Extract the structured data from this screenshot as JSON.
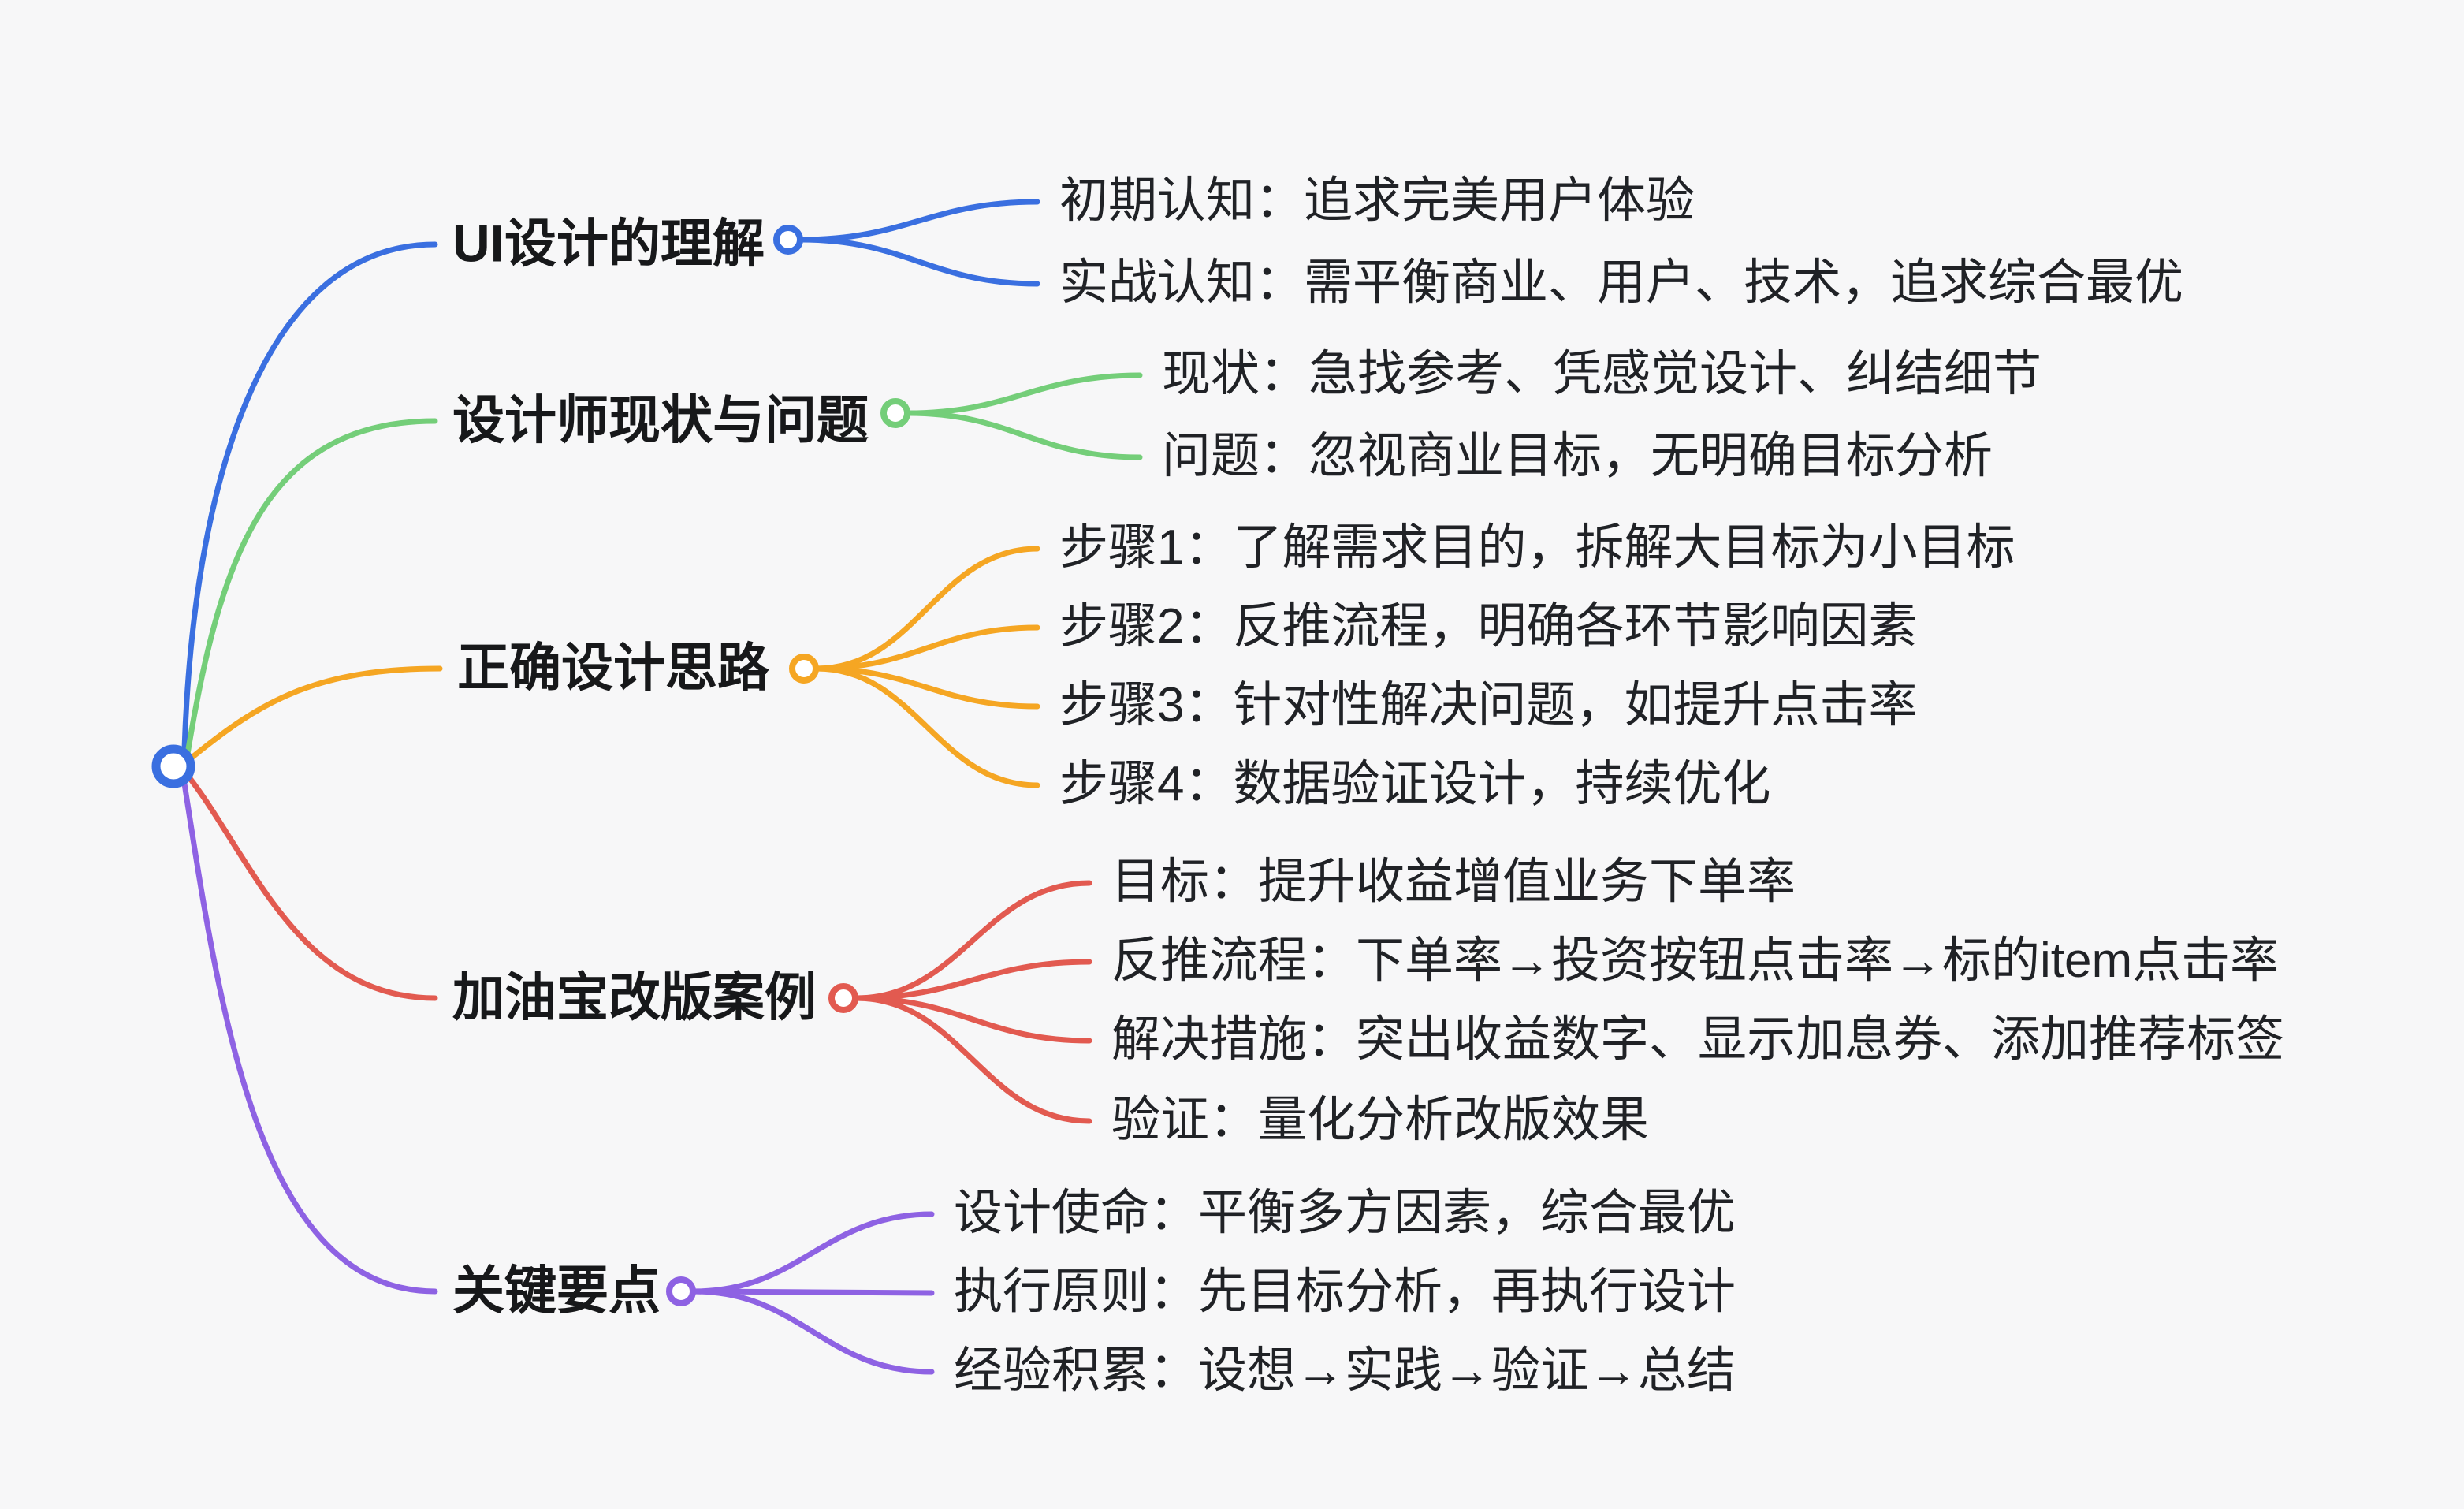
{
  "canvas": {
    "background": "#f7f7f8",
    "text_color": "#1d1f23"
  },
  "mindmap": {
    "root": {
      "color": "#3A6FE0"
    },
    "branches": [
      {
        "label": "UI设计的理解",
        "color": "#3A6FE0",
        "children": [
          "初期认知：追求完美用户体验",
          "实战认知：需平衡商业、用户、技术，追求综合最优"
        ]
      },
      {
        "label": "设计师现状与问题",
        "color": "#74CE79",
        "children": [
          "现状：急找参考、凭感觉设计、纠结细节",
          "问题：忽视商业目标，无明确目标分析"
        ]
      },
      {
        "label": "正确设计思路",
        "color": "#F5A623",
        "children": [
          "步骤1：了解需求目的，拆解大目标为小目标",
          "步骤2：反推流程，明确各环节影响因素",
          "步骤3：针对性解决问题，如提升点击率",
          "步骤4：数据验证设计，持续优化"
        ]
      },
      {
        "label": "加油宝改版案例",
        "color": "#E25A50",
        "children": [
          "目标：提升收益增值业务下单率",
          "反推流程：下单率→投资按钮点击率→标的item点击率",
          "解决措施：突出收益数字、显示加息券、添加推荐标签",
          "验证：量化分析改版效果"
        ]
      },
      {
        "label": "关键要点",
        "color": "#8E62E3",
        "children": [
          "设计使命：平衡多方因素，综合最优",
          "执行原则：先目标分析，再执行设计",
          "经验积累：设想→实践→验证→总结"
        ]
      }
    ]
  }
}
